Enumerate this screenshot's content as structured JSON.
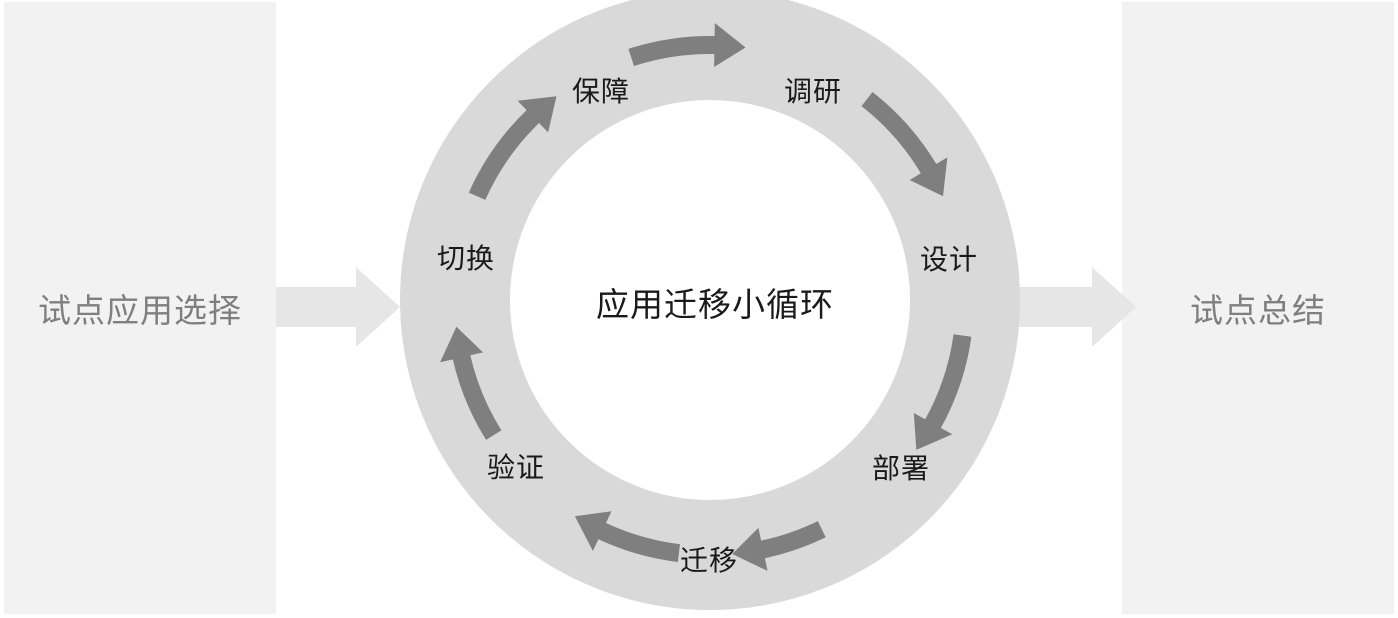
{
  "diagram": {
    "left_panel": {
      "label": "试点应用选择"
    },
    "right_panel": {
      "label": "试点总结"
    },
    "center_title": "应用迁移小循环",
    "steps": [
      {
        "id": "survey",
        "label": "调研"
      },
      {
        "id": "design",
        "label": "设计"
      },
      {
        "id": "deploy",
        "label": "部署"
      },
      {
        "id": "migrate",
        "label": "迁移"
      },
      {
        "id": "verify",
        "label": "验证"
      },
      {
        "id": "switch",
        "label": "切换"
      },
      {
        "id": "assure",
        "label": "保障"
      }
    ],
    "colors": {
      "panel_bg": "#f2f2f2",
      "panel_text": "#7f7f7f",
      "ring": "#d9d9d9",
      "cycle_arrow": "#7f7f7f",
      "flow_arrow": "#e6e6e6",
      "label_text": "#1a1a1a"
    }
  }
}
